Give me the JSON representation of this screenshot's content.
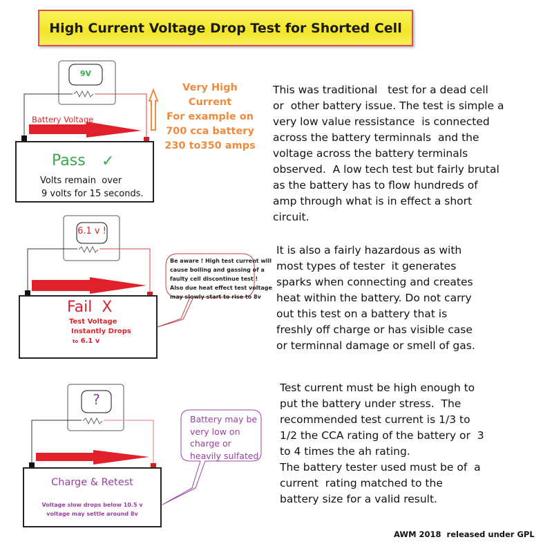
{
  "title": "High Current Voltage Drop Test  for Shorted Cell",
  "pass_panel": {
    "meter_reading": "9V",
    "arrow_label": "Battery Voltage",
    "result": "Pass",
    "check_mark": "✓",
    "detail_lines": [
      "Volts remain  over",
      "9 volts for 15 seconds."
    ],
    "current_note_lines": [
      "Very High Current",
      "For example on",
      "700 cca battery",
      "230 to350 amps"
    ]
  },
  "fail_panel": {
    "meter_reading": "6.1 v !",
    "result": "Fail  X",
    "detail_lines": [
      "Test Voltage",
      "Instantly Drops"
    ],
    "drop_prefix": "to",
    "drop_value": "6.1 v",
    "callout_lines": [
      "Be aware ! High test current will",
      "cause boiling and gassing of a",
      "faulty cell discontinue test !",
      "Also due heat effect test voltage",
      "may slowly start to rise to 8v"
    ]
  },
  "retest_panel": {
    "meter_reading": "?",
    "result": "Charge & Retest",
    "detail_lines": [
      "Voltage slow drops below 10.5 v",
      "voltage may settle around 8v"
    ],
    "callout_lines": [
      "Battery may be",
      "very low on",
      "charge or",
      "heavily sulfated"
    ]
  },
  "paragraphs": [
    [
      "This was traditional   test for a dead cell",
      "or  other battery issue. The test is simple a",
      "very low value ressistance  is connected",
      "across the battery terminnals  and the",
      "voltage across the battery terminals",
      "observed.  A low tech test but fairly brutal",
      "as the battery has to flow hundreds of",
      "amp through what is in effect a short",
      "circuit."
    ],
    [
      "It is also a fairly hazardous as with",
      "most types of tester  it generates",
      "sparks when connecting and creates",
      "heat within the battery. Do not carry",
      "out this test on a battery that is",
      "freshly off charge or has visible case",
      "or terminnal damage or smell of gas."
    ],
    [
      "Test current must be high enough to",
      "put the battery under stress.  The",
      "recommended test current is 1/3 to",
      "1/2 the CCA rating of the battery or  3",
      "to 4 times the ah rating.",
      "The battery tester used must be of  a",
      "current  rating matched to the",
      "battery size for a valid result."
    ]
  ],
  "footer": "AWM 2018  released under GPL",
  "colors": {
    "pass": "#3aa84a",
    "fail": "#d8252c",
    "retest": "#9a3fa0",
    "orange": "#f08a3c",
    "arrow": "#e0202a"
  }
}
